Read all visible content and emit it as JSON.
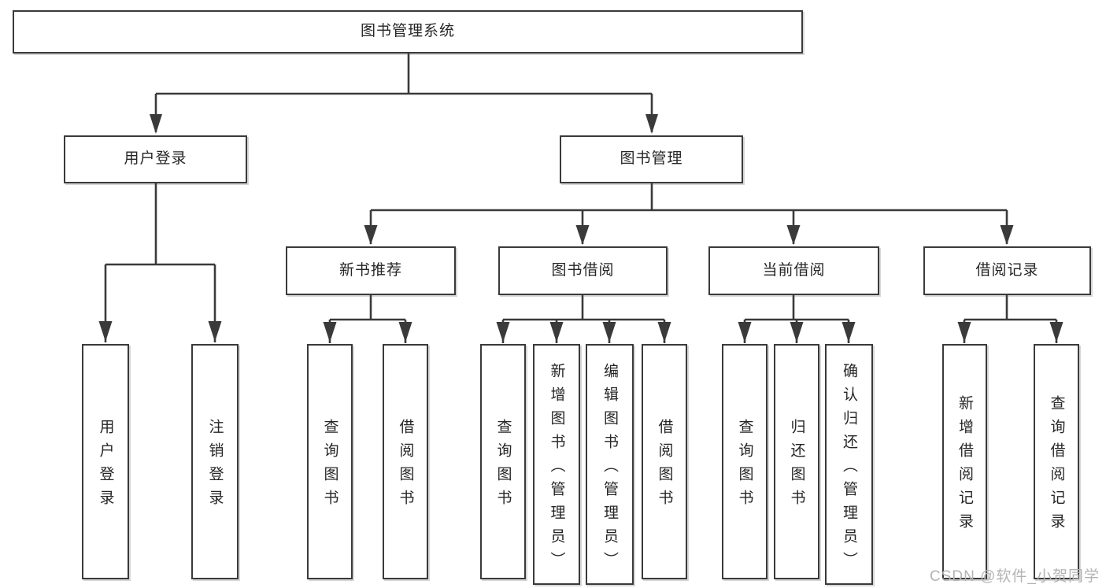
{
  "diagram": {
    "title": "图书管理系统",
    "root": {
      "label": "图书管理系统"
    },
    "level2": {
      "user_login": {
        "label": "用户登录"
      },
      "book_mgmt": {
        "label": "图书管理"
      }
    },
    "level3": {
      "new_books": {
        "label": "新书推荐"
      },
      "book_borrow": {
        "label": "图书借阅"
      },
      "current_borrow": {
        "label": "当前借阅"
      },
      "borrow_records": {
        "label": "借阅记录"
      }
    },
    "leaves": {
      "user_login": [
        "用户登录",
        "注销登录"
      ],
      "new_books": [
        "查询图书",
        "借阅图书"
      ],
      "book_borrow": [
        "查询图书",
        "新增图书（管理员）",
        "编辑图书（管理员）",
        "借阅图书"
      ],
      "current_borrow": [
        "查询图书",
        "归还图书",
        "确认归还（管理员）"
      ],
      "borrow_records": [
        "新增借阅记录",
        "查询借阅记录"
      ]
    }
  },
  "watermark": "CSDN @软件_小贺同学",
  "colors": {
    "line": "#3a3a3a",
    "box_border": "#3a3a3a",
    "box_fill": "#ffffff",
    "text": "#262626",
    "watermark": "#b3b3b3",
    "background": "#ffffff"
  }
}
